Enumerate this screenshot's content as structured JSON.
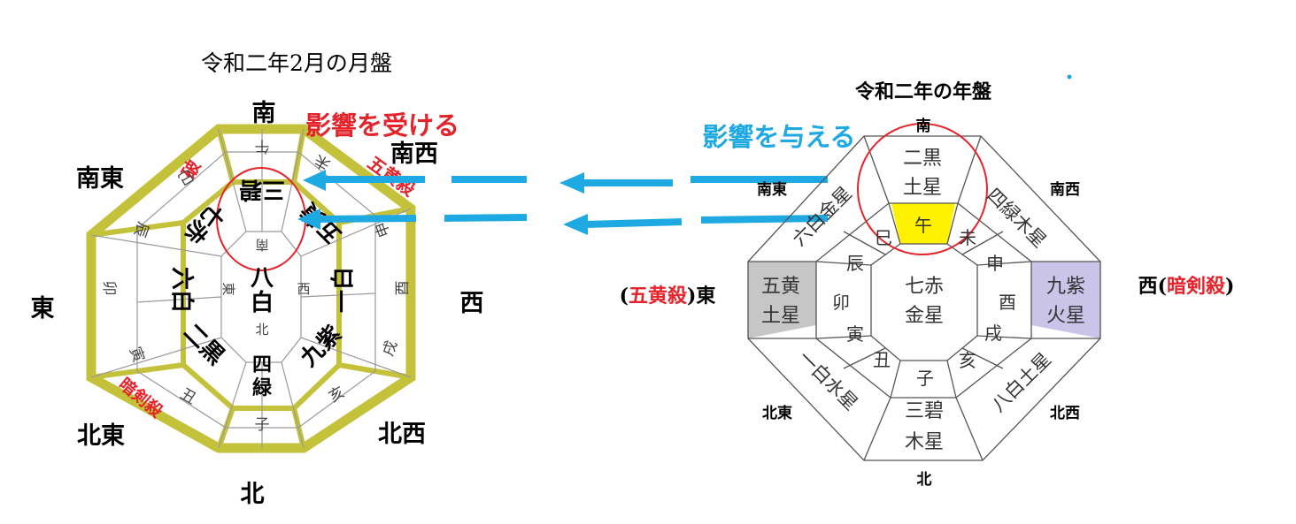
{
  "colors": {
    "olive": "#c4c23a",
    "red": "#e5232a",
    "blue": "#1fa9e3",
    "gray_cell": "#c6c6c6",
    "purple_cell": "#c9c4e8",
    "yellow_cell": "#fff200",
    "dark_red": "#c0282e"
  },
  "left_chart": {
    "title": "令和二年2月の月盤",
    "directions": {
      "south": "南",
      "southwest": "南西",
      "southeast": "南東",
      "east": "東",
      "west": "西",
      "northeast": "北東",
      "northwest": "北西",
      "north": "北"
    },
    "influence_label": "影響を受ける",
    "tilted": {
      "sw_kill": "五黄殺",
      "se_kill": "破",
      "ne_kill": "暗剣殺"
    },
    "stars": {
      "south": "三碧",
      "southwest": "五黄",
      "west": "一白",
      "northwest": "九紫",
      "north": "四緑",
      "northeast": "二黒",
      "east": "六白",
      "southeast": "七赤",
      "center": "八白"
    },
    "branches": {
      "s_outer": "午",
      "s_inner": "南",
      "n_outer": "子",
      "n_inner": "北",
      "e_outer": "卯",
      "e_inner": "東",
      "w_outer": "酉",
      "w_inner": "西",
      "se_a": "辰",
      "se_b": "巳",
      "sw_a": "未",
      "sw_b": "申",
      "nw_a": "戌",
      "nw_b": "亥",
      "ne_a": "寅",
      "ne_b": "丑"
    }
  },
  "right_chart": {
    "title": "令和二年の年盤",
    "directions": {
      "south": "南",
      "southwest": "南西",
      "southeast": "南東",
      "northeast": "北東",
      "northwest": "北西",
      "north": "北"
    },
    "influence_label": "影響を与える",
    "east_prefix": "(",
    "east_kill": "五黄殺",
    "east_suffix": ")東",
    "west_prefix": "西(",
    "west_kill": "暗剣殺",
    "west_suffix": ")",
    "stars": {
      "south_1": "二黒",
      "south_2": "土星",
      "west_1": "九紫",
      "west_2": "火星",
      "north_1": "三碧",
      "north_2": "木星",
      "east_1": "五黄",
      "east_2": "土星",
      "center_1": "七赤",
      "center_2": "金星",
      "southwest": "四緑木星",
      "southeast": "六白金星",
      "northwest": "八白土星",
      "northeast": "一白水星"
    },
    "branches": {
      "s": "午",
      "n": "子",
      "e": "卯",
      "w": "酉",
      "se_a": "辰",
      "se_b": "巳",
      "sw_a": "未",
      "sw_b": "申",
      "nw_a": "戌",
      "nw_b": "亥",
      "ne_a": "寅",
      "ne_b": "丑"
    }
  }
}
